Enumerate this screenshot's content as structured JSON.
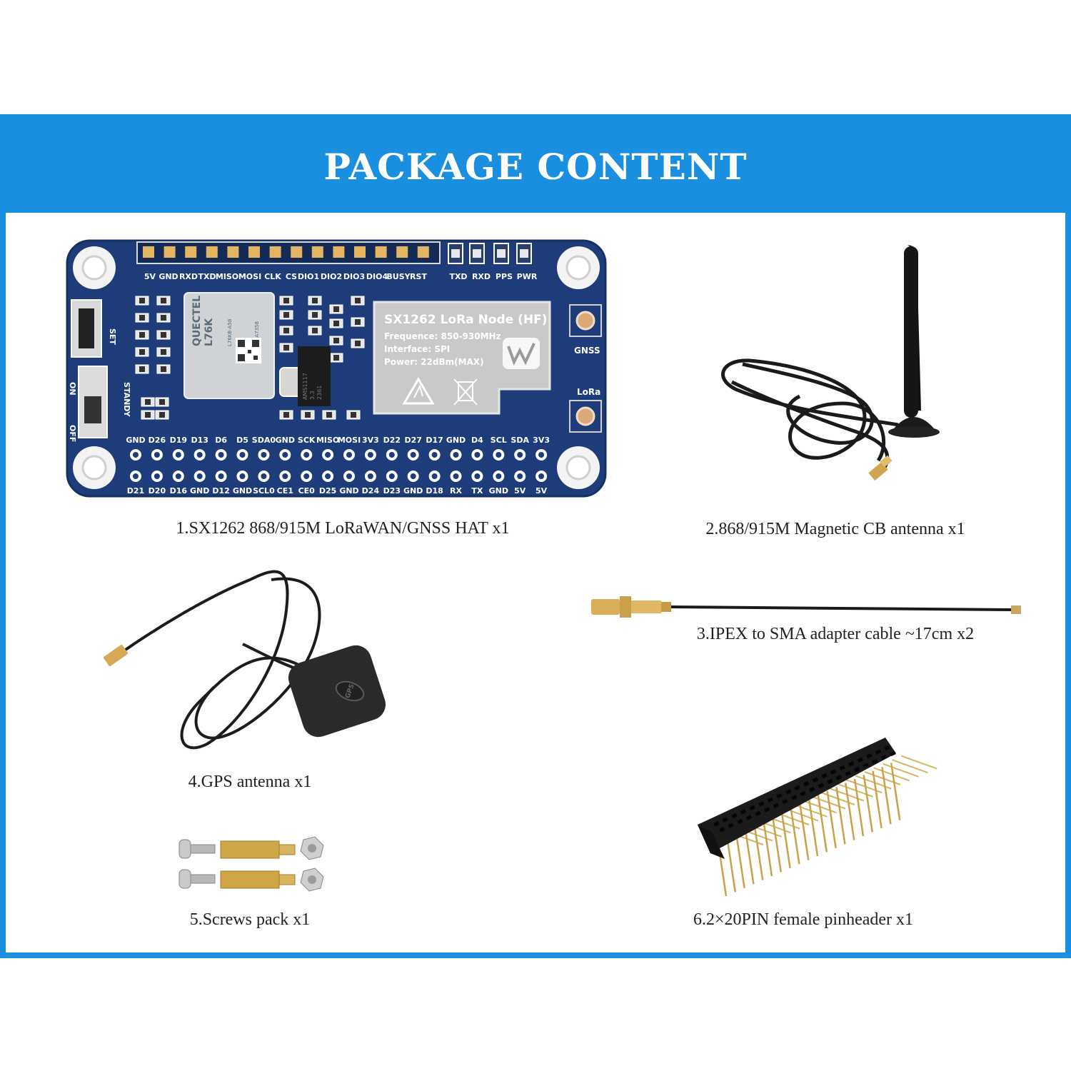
{
  "banner": {
    "title": "PACKAGE CONTENT"
  },
  "board": {
    "top_pins": [
      "5V",
      "GND",
      "RXD",
      "TXD",
      "MISO",
      "MOSI",
      "CLK",
      "CS",
      "DIO1",
      "DIO2",
      "DIO3",
      "DIO4",
      "BUSY",
      "RST"
    ],
    "led_labels": [
      "TXD",
      "RXD",
      "PPS",
      "PWR"
    ],
    "row_upper": [
      "GND",
      "D26",
      "D19",
      "D13",
      "D6",
      "D5",
      "SDA0",
      "GND",
      "SCK",
      "MISO",
      "MOSI",
      "3V3",
      "D22",
      "D27",
      "D17",
      "GND",
      "D4",
      "SCL",
      "SDA",
      "3V3"
    ],
    "row_lower": [
      "D21",
      "D20",
      "D16",
      "GND",
      "D12",
      "GND",
      "SCL0",
      "CE1",
      "CE0",
      "D25",
      "GND",
      "D24",
      "D23",
      "GND",
      "D18",
      "RX",
      "TX",
      "GND",
      "5V",
      "5V"
    ],
    "switch_set": "SET",
    "switch_on": "ON",
    "switch_standby": "STANDY",
    "switch_off": "OFF",
    "gnss_label": "GNSS",
    "lora_label": "LoRa",
    "module": {
      "name": "SX1262 LoRa Node (HF)",
      "frequence": "Frequence: 850-930MHz",
      "interface": "Interface: SPI",
      "power": "Power: 22dBm(MAX)"
    },
    "gps_chip": "L76K",
    "gps_chip_brand": "QUECTEL",
    "gps_chip_code": "L76KB-A58",
    "gps_chip_serial": "Q1-A7358",
    "regulator": "AMS1117",
    "regulator_sub": "3.3",
    "regulator_code": "2361"
  },
  "items": [
    {
      "caption": "1.SX1262 868/915M LoRaWAN/GNSS HAT x1"
    },
    {
      "caption": "2.868/915M Magnetic CB antenna x1"
    },
    {
      "caption": "3.IPEX to SMA adapter cable ~17cm x2"
    },
    {
      "caption": "4.GPS antenna x1",
      "badge": "GPS"
    },
    {
      "caption": "5.Screws pack x1"
    },
    {
      "caption": "6.2×20PIN female pinheader x1"
    }
  ],
  "colors": {
    "banner": "#1a8fe0",
    "pcb": "#1f3c7a",
    "module": "#c9c9c9",
    "brass": "#c9a646"
  }
}
